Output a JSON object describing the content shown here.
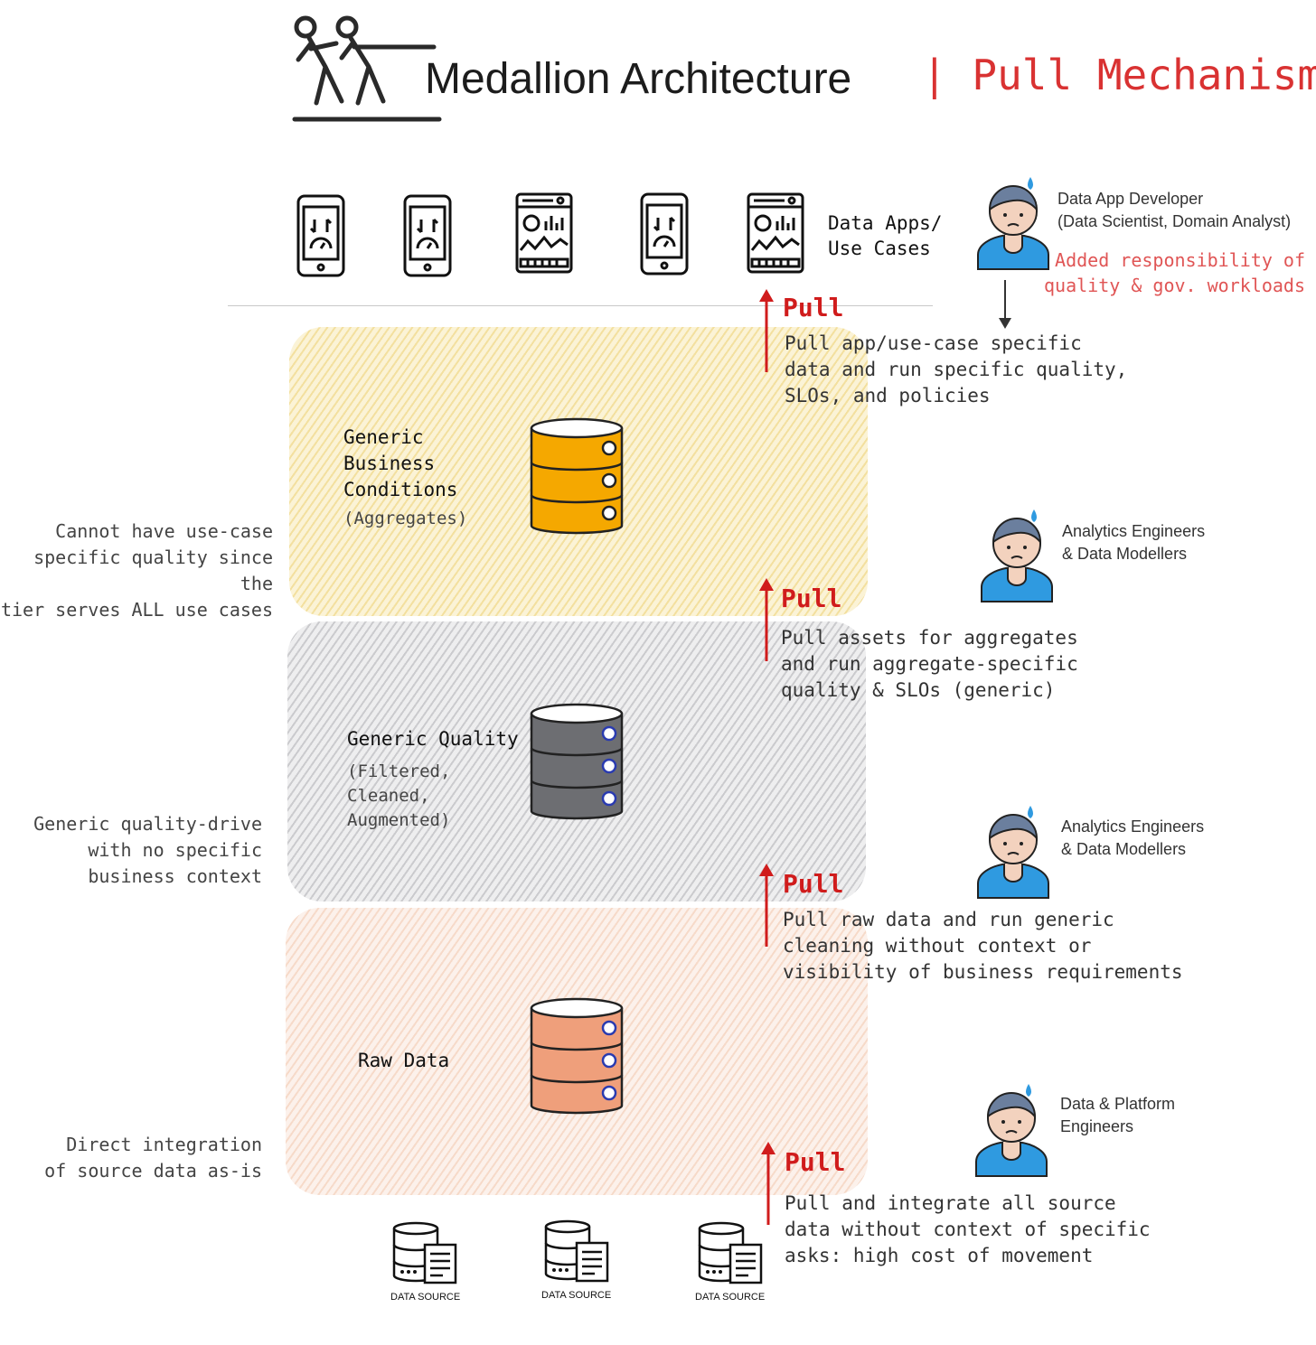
{
  "header": {
    "title_main": "Medallion Architecture",
    "title_accent": "| Pull Mechanism",
    "logo_icon": "tug-of-war-icon"
  },
  "apps": {
    "label_line1": "Data Apps/",
    "label_line2": "Use Cases",
    "icons": [
      "mobile-dashboard-icon",
      "mobile-dashboard-icon",
      "analytics-panel-icon",
      "mobile-dashboard-icon",
      "analytics-panel-icon"
    ]
  },
  "tiers": {
    "gold": {
      "label_line1": "Generic Business",
      "label_line2": "Conditions",
      "sub": "(Aggregates)",
      "color": "#f5a800"
    },
    "silver": {
      "label": "Generic Quality",
      "sub_line1": "(Filtered, Cleaned,",
      "sub_line2": "Augmented)",
      "color": "#6d6e72"
    },
    "bronze": {
      "label": "Raw Data",
      "color": "#ef9f7b"
    }
  },
  "pulls": [
    {
      "word": "Pull",
      "desc": [
        "Pull app/use-case specific",
        "data and run specific quality,",
        "SLOs, and policies"
      ]
    },
    {
      "word": "Pull",
      "desc": [
        "Pull assets for aggregates",
        "and run aggregate-specific",
        "quality & SLOs (generic)"
      ]
    },
    {
      "word": "Pull",
      "desc": [
        "Pull raw data and run generic",
        "cleaning without context or",
        "visibility of business requirements"
      ]
    },
    {
      "word": "Pull",
      "desc": [
        "Pull and integrate all source",
        "data without context of specific",
        "asks: high cost of movement"
      ]
    }
  ],
  "left_notes": {
    "gold": [
      "Cannot have use-case",
      "specific quality since the",
      "tier serves ALL use cases"
    ],
    "silver": [
      "Generic quality-drive",
      "with no specific",
      "business context"
    ],
    "bronze": [
      "Direct integration",
      "of source data as-is"
    ]
  },
  "roles": {
    "app_dev": {
      "line1": "Data App Developer",
      "line2": "(Data Scientist, Domain Analyst)"
    },
    "app_dev_note": {
      "line1": "Added responsibility of",
      "line2": "quality & gov. workloads"
    },
    "gold": {
      "line1": "Analytics Engineers",
      "line2": "& Data Modellers"
    },
    "silver": {
      "line1": "Analytics Engineers",
      "line2": "& Data Modellers"
    },
    "bronze": {
      "line1": "Data & Platform",
      "line2": "Engineers"
    }
  },
  "sources": {
    "labels": [
      "DATA SOURCE",
      "DATA SOURCE",
      "DATA SOURCE"
    ]
  },
  "colors": {
    "accent_red": "#d01c1c",
    "note_red": "#e05555",
    "person_blue": "#2f9ae0",
    "person_hair": "#6b7f9e"
  }
}
